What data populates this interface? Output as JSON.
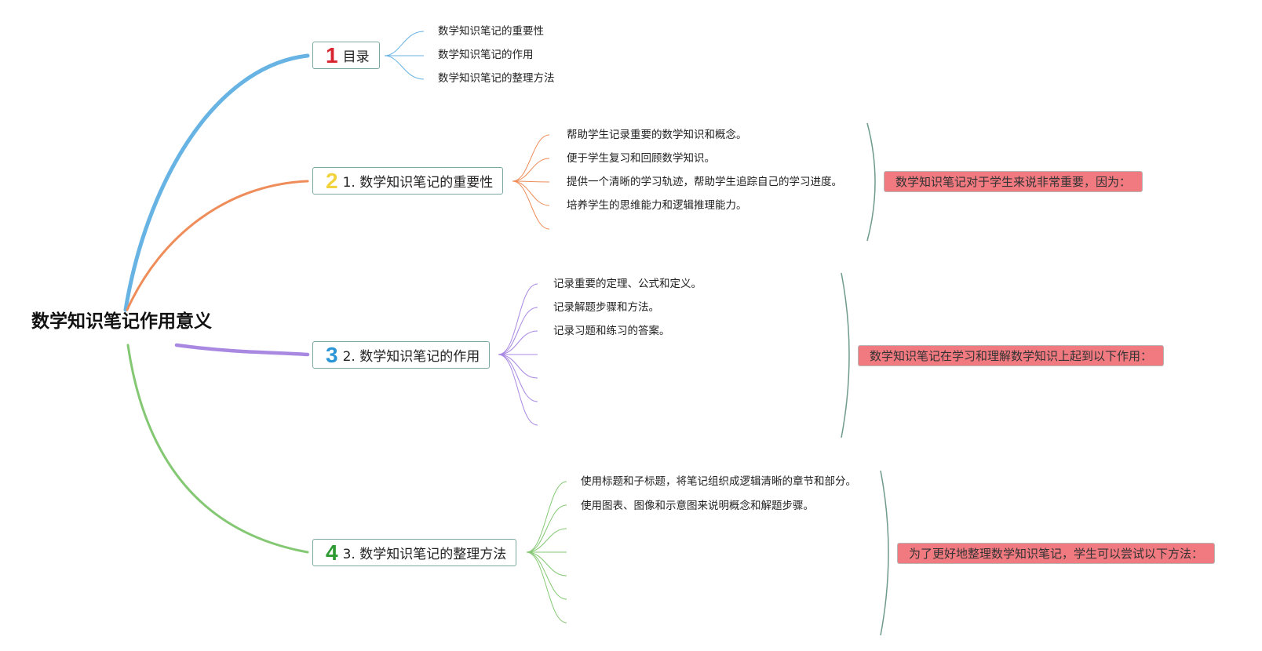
{
  "root": {
    "title": "数学知识笔记作用意义"
  },
  "branches": [
    {
      "number": "1",
      "label": "目录",
      "color": "#67b3e4",
      "numColor": "#d8242f",
      "items": [
        "数学知识笔记的重要性",
        "数学知识笔记的作用",
        "数学知识笔记的整理方法"
      ]
    },
    {
      "number": "2",
      "label": "1. 数学知识笔记的重要性",
      "color": "#ee8d5a",
      "numColor": "#f2d33d",
      "items": [
        "帮助学生记录重要的数学知识和概念。",
        "便于学生复习和回顾数学知识。",
        "提供一个清晰的学习轨迹，帮助学生追踪自己的学习进度。",
        "培养学生的思维能力和逻辑推理能力。"
      ],
      "summary": "数学知识笔记对于学生来说非常重要，因为："
    },
    {
      "number": "3",
      "label": "2. 数学知识笔记的作用",
      "color": "#a988e2",
      "numColor": "#2b95d6",
      "items": [
        "记录重要的定理、公式和定义。",
        "记录解题步骤和方法。",
        "记录习题和练习的答案。"
      ],
      "summary": "数学知识笔记在学习和理解数学知识上起到以下作用："
    },
    {
      "number": "4",
      "label": "3. 数学知识笔记的整理方法",
      "color": "#84c873",
      "numColor": "#2e9a32",
      "items": [
        "使用标题和子标题，将笔记组织成逻辑清晰的章节和部分。",
        "使用图表、图像和示意图来说明概念和解题步骤。"
      ],
      "summary": "为了更好地整理数学知识笔记，学生可以尝试以下方法："
    }
  ],
  "colors": {
    "summary_fill": "#f07a80",
    "topic_border": "#7aa7a0",
    "brace": "#6f9a8e"
  }
}
